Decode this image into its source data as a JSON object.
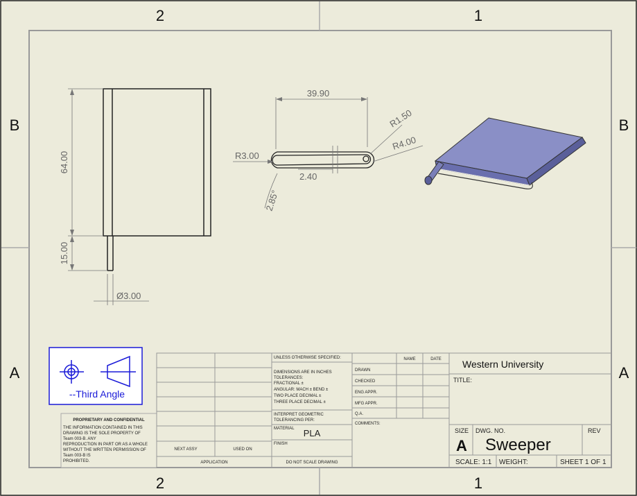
{
  "zones": {
    "top": [
      "2",
      "1"
    ],
    "bottom": [
      "2",
      "1"
    ],
    "left": [
      "B",
      "A"
    ],
    "right": [
      "B",
      "A"
    ]
  },
  "dimensions": {
    "height_body": "64.00",
    "height_rod": "15.00",
    "diameter_rod": "Ø3.00",
    "width": "39.90",
    "radius_small": "R1.50",
    "radius_left": "R3.00",
    "radius_right": "R4.00",
    "thickness": "2.40",
    "angle": "2.85°"
  },
  "projection": {
    "label": "--Third Angle"
  },
  "proprietary": {
    "heading": "PROPRIETARY AND CONFIDENTIAL",
    "lines": [
      "THE INFORMATION CONTAINED IN THIS",
      "DRAWING IS THE SOLE PROPERTY OF",
      "Team 003-B. ANY",
      "REPRODUCTION IN PART OR AS A WHOLE",
      "WITHOUT THE WRITTEN PERMISSION OF",
      "Team 003-B IS",
      "PROHIBITED."
    ]
  },
  "title_block": {
    "next_assy": "NEXT ASSY",
    "used_on": "USED ON",
    "application": "APPLICATION",
    "unless": "UNLESS OTHERWISE SPECIFIED:",
    "tolerance_lines": [
      "DIMENSIONS ARE IN INCHES",
      "TOLERANCES:",
      "FRACTIONAL ±",
      "ANGULAR: MACH ±    BEND ±",
      "TWO PLACE DECIMAL    ±",
      "THREE PLACE DECIMAL  ±"
    ],
    "interpret_lines": [
      "INTERPRET GEOMETRIC",
      "TOLERANCING PER:"
    ],
    "material_label": "MATERIAL",
    "material": "PLA",
    "finish_label": "FINISH",
    "do_not_scale": "DO NOT SCALE DRAWING",
    "name_header": "NAME",
    "date_header": "DATE",
    "sign_rows": [
      "DRAWN",
      "CHECKED",
      "ENG APPR.",
      "MFG APPR.",
      "Q.A."
    ],
    "comments": "COMMENTS:",
    "company": "Western University",
    "title_label": "TITLE:",
    "size_label": "SIZE",
    "size": "A",
    "dwg_no_label": "DWG.  NO.",
    "dwg_no": "Sweeper",
    "rev_label": "REV",
    "scale": "SCALE: 1:1",
    "weight": "WEIGHT:",
    "sheet": "SHEET 1 OF 1"
  },
  "colors": {
    "sheet_bg": "#ecebdb",
    "part_fill": "#8a8fc6",
    "part_dark": "#5a5f9a",
    "projection_blue": "#1a1ad8"
  }
}
